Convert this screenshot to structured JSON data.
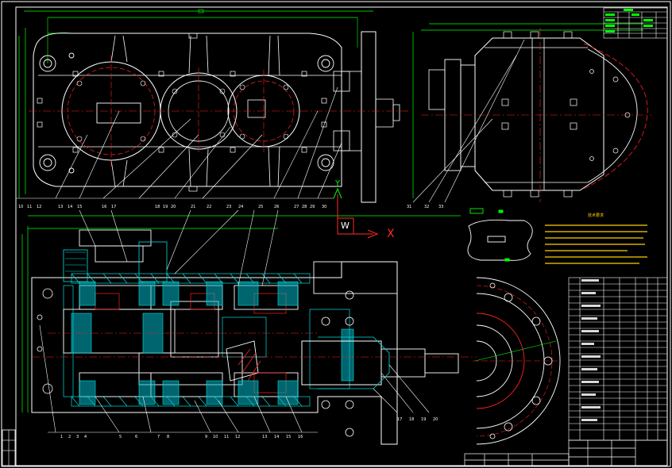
{
  "ucs": {
    "y_label": "Y",
    "w_label": "W",
    "x_label": "X"
  },
  "tech_requirements_title": "技术要求",
  "colors": {
    "background": "#000000",
    "frame": "#ffffff",
    "outline": "#ffffff",
    "dimension": "#00ff00",
    "centerline": "#ff2020",
    "hatch": "#00e0e0",
    "leader": "#ffffff",
    "notes": "#ffd000",
    "ucs": "#ff2a2a"
  }
}
